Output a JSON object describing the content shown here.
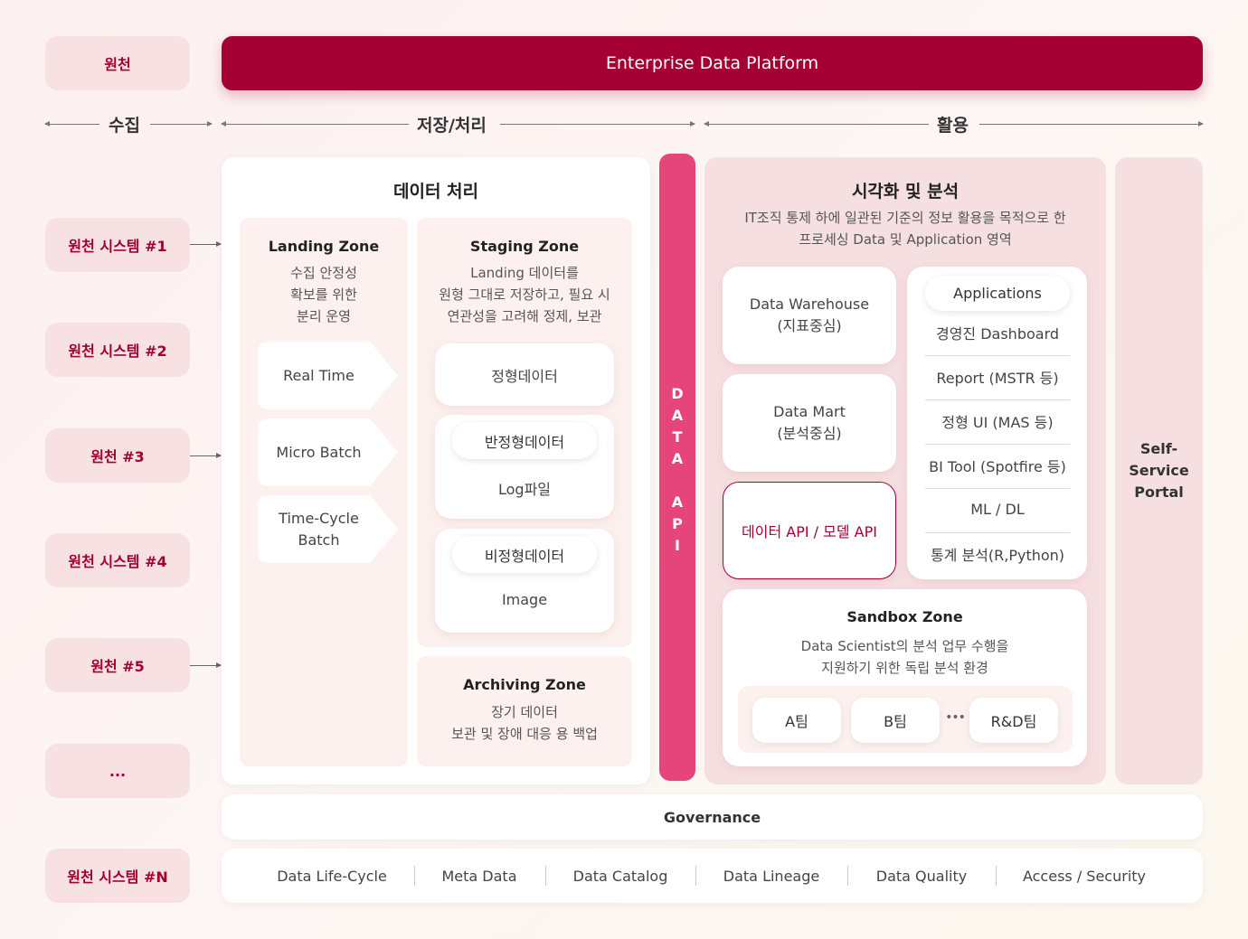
{
  "header": {
    "source_label": "원천",
    "platform_title": "Enterprise Data Platform"
  },
  "phases": {
    "collect": "수집",
    "store": "저장/처리",
    "use": "활용"
  },
  "sources": [
    "원천 시스템 #1",
    "원천 시스템 #2",
    "원천 #3",
    "원천 시스템 #4",
    "원천 #5",
    "...",
    "원천 시스템 #N"
  ],
  "processing": {
    "title": "데이터 처리",
    "landing": {
      "title": "Landing Zone",
      "desc": [
        "수집 안정성",
        "확보를 위한",
        "분리 운영"
      ],
      "items": [
        "Real Time",
        "Micro Batch",
        "Time-Cycle Batch"
      ]
    },
    "staging": {
      "title": "Staging Zone",
      "desc": [
        "Landing 데이터를",
        "원형 그대로 저장하고, 필요 시",
        "연관성을 고려해 정제, 보관"
      ],
      "structured": "정형데이터",
      "semi": {
        "tag": "반정형데이터",
        "example": "Log파일"
      },
      "unstructured": {
        "tag": "비정형데이터",
        "example": "Image"
      }
    },
    "archiving": {
      "title": "Archiving Zone",
      "desc": [
        "장기 데이터",
        "보관 및 장애 대응 용 백업"
      ]
    }
  },
  "data_api": [
    "D",
    "A",
    "T",
    "A",
    "A",
    "P",
    "I"
  ],
  "analysis": {
    "title": "시각화 및 분석",
    "desc": [
      "IT조직 통제 하에 일관된 기준의 정보 활용을 목적으로 한",
      "프로세싱 Data 및 Application 영역"
    ],
    "warehouse": [
      "Data Warehouse",
      "(지표중심)"
    ],
    "mart": [
      "Data Mart",
      "(분석중심)"
    ],
    "api": "데이터 API / 모델 API",
    "applications": {
      "title": "Applications",
      "items": [
        "경영진 Dashboard",
        "Report (MSTR 등)",
        "정형 UI (MAS 등)",
        "BI Tool (Spotfire 등)",
        "ML  / DL",
        "통계 분석(R,Python)"
      ]
    },
    "sandbox": {
      "title": "Sandbox Zone",
      "desc": [
        "Data Scientist의 분석 업무 수행을",
        "지원하기 위한 독립 분석 환경"
      ],
      "teams": [
        "A팀",
        "B팀",
        "R&D팀"
      ],
      "ellipsis": "•••"
    }
  },
  "portal": [
    "Self-",
    "Service",
    "Portal"
  ],
  "governance": {
    "title": "Governance",
    "items": [
      "Data Life-Cycle",
      "Meta Data",
      "Data Catalog",
      "Data Lineage",
      "Data Quality",
      "Access / Security"
    ]
  },
  "colors": {
    "brand": "#a50034",
    "api_pink": "#e5457a",
    "source_bg": "#f7e1e3",
    "panel_pink": "#f6dfe1",
    "zone_bg": "#fcf1ee"
  }
}
